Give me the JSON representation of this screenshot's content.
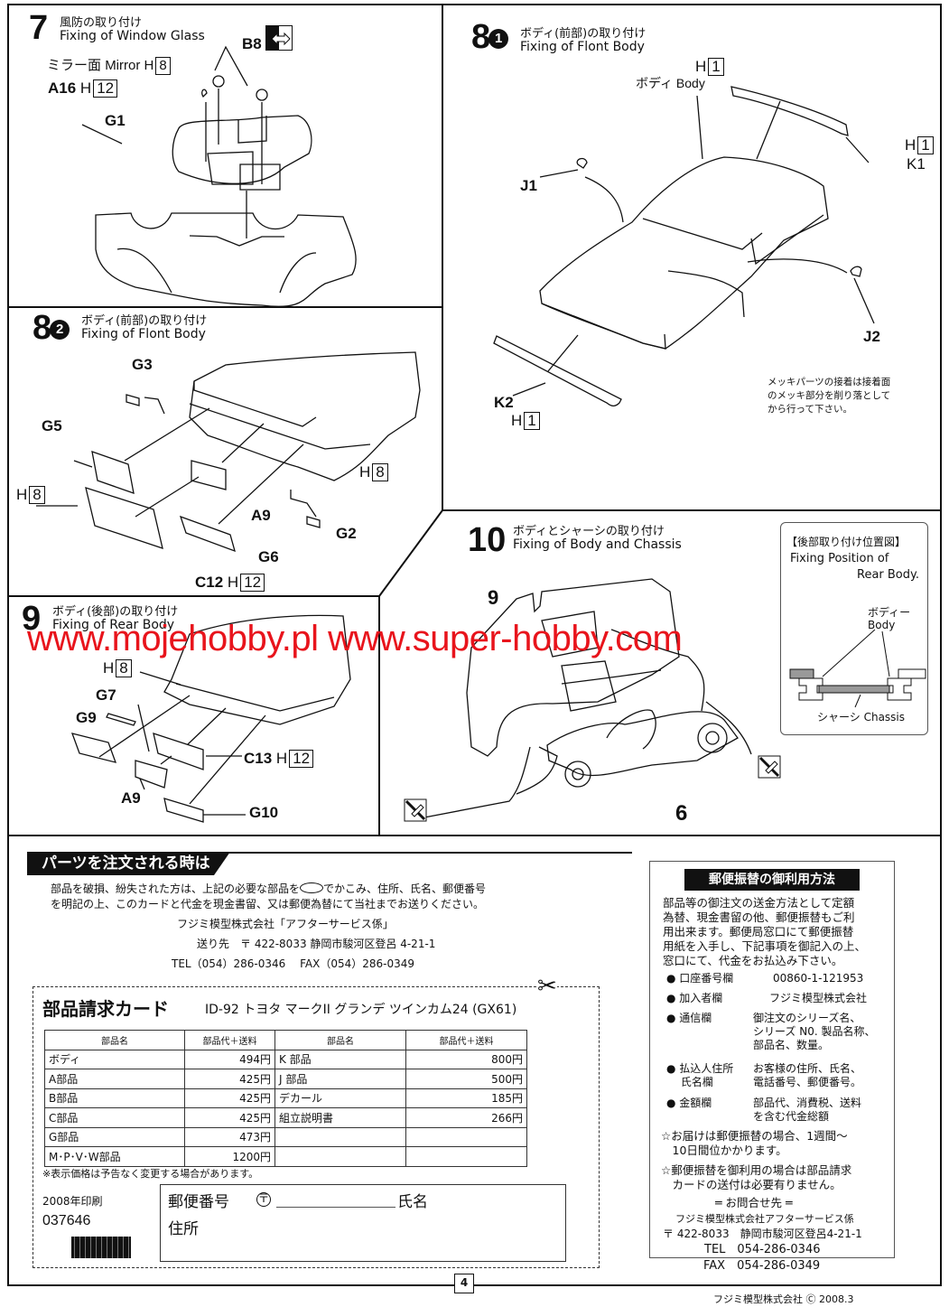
{
  "watermark": "www.mojehobby.pl www.super-hobby.com",
  "steps": {
    "s7": {
      "number": "7",
      "title_jp": "風防の取り付け",
      "title_en": "Fixing of Window Glass",
      "labels": {
        "mirror_jp": "ミラー面",
        "mirror_en": "Mirror",
        "mirror_code": "H",
        "mirror_color": "8",
        "a16": "A16",
        "a16_code": "H",
        "a16_color": "12",
        "b8": "B8",
        "g1": "G1"
      },
      "icon": "mirror-flip-icon"
    },
    "s8_1": {
      "number": "8",
      "sub": "1",
      "title_jp": "ボディ(前部)の取り付け",
      "title_en": "Fixing of Flont Body",
      "labels": {
        "body_code": "H",
        "body_color": "1",
        "body_jp": "ボディ",
        "body_en": "Body",
        "k1_code": "H",
        "k1_color": "1",
        "k1": "K1",
        "j1": "J1",
        "j2": "J2",
        "k2": "K2",
        "k2_code": "H",
        "k2_color": "1"
      },
      "note": [
        "メッキパーツの接着は接着面",
        "のメッキ部分を削り落として",
        "から行って下さい。"
      ]
    },
    "s8_2": {
      "number": "8",
      "sub": "2",
      "title_jp": "ボディ(前部)の取り付け",
      "title_en": "Fixing of Flont Body",
      "labels": {
        "g3": "G3",
        "g5": "G5",
        "h8_left_code": "H",
        "h8_left_color": "8",
        "h8_right_code": "H",
        "h8_right_color": "8",
        "a9": "A9",
        "g2": "G2",
        "g6": "G6",
        "c12": "C12",
        "c12_code": "H",
        "c12_color": "12"
      }
    },
    "s9": {
      "number": "9",
      "title_jp": "ボディ(後部)の取り付け",
      "title_en": "Fixing of Rear Body",
      "labels": {
        "h8_code": "H",
        "h8_color": "8",
        "g7": "G7",
        "g9": "G9",
        "c13": "C13",
        "c13_code": "H",
        "c13_color": "12",
        "a9": "A9",
        "g10": "G10"
      }
    },
    "s10": {
      "number": "10",
      "title_jp": "ボディとシャーシの取り付け",
      "title_en": "Fixing of Body and Chassis",
      "labels": {
        "ref9": "9",
        "ref6": "6"
      },
      "inset": {
        "title_jp": "【後部取り付け位置図】",
        "title_en_1": "Fixing Position of",
        "title_en_2": "Rear Body.",
        "body_jp": "ボディー",
        "body_en": "Body",
        "chassis_jp": "シャーシ",
        "chassis_en": "Chassis"
      }
    }
  },
  "order": {
    "banner": "パーツを注文される時は",
    "line1_a": "部品を破損、紛失された方は、上記の必要な部品を",
    "line1_b": "でかこみ、住所、氏名、郵便番号",
    "line2": "を明記の上、このカードと代金を現金書留、又は郵便為替にて当社までお送りください。",
    "company": "フジミ模型株式会社「アフターサービス係」",
    "address": "送り先　〒 422-8033 静岡市駿河区登呂 4-21-1",
    "tel_fax": "TEL（054）286-0346　 FAX（054）286-0349"
  },
  "card": {
    "title": "部品請求カード",
    "subtitle": "ID-92 トヨタ マークII グランデ ツインカム24 (GX61)",
    "headers": [
      "部品名",
      "部品代＋送料",
      "部品名",
      "部品代＋送料"
    ],
    "rows": [
      [
        "ボディ",
        "494円",
        "K 部品",
        "800円"
      ],
      [
        "A部品",
        "425円",
        "J 部品",
        "500円"
      ],
      [
        "B部品",
        "425円",
        "デカール",
        "185円"
      ],
      [
        "C部品",
        "425円",
        "組立説明書",
        "266円"
      ],
      [
        "G部品",
        "473円",
        "",
        ""
      ],
      [
        "M･P･V･W部品",
        "1200円",
        "",
        ""
      ]
    ],
    "disclaimer": "※表示価格は予告なく変更する場合があります。",
    "print_year": "2008年印刷",
    "print_code": "037646",
    "postal_label": "郵便番号",
    "postal_mark": "〒",
    "name_label": "氏名",
    "address_label": "住所"
  },
  "postal_transfer": {
    "header": "郵便振替の御利用方法",
    "intro": [
      "部品等の御注文の送金方法として定額",
      "為替、現金書留の他、郵便振替もご利",
      "用出来ます。郵便局窓口にて郵便振替",
      "用紙を入手し、下記事項を御記入の上、",
      "窓口にて、代金をお払込み下さい。"
    ],
    "items": [
      {
        "label": "● 口座番号欄",
        "value": [
          "00860-1-121953"
        ]
      },
      {
        "label": "● 加入者欄",
        "value": [
          "フジミ模型株式会社"
        ]
      },
      {
        "label": "● 通信欄",
        "value": [
          "御注文のシリーズ名、",
          "シリーズ N0. 製品名称、",
          "部品名、数量。"
        ]
      },
      {
        "label": "● 払込人住所",
        "label2": "　 氏名欄",
        "value": [
          "お客様の住所、氏名、",
          "電話番号、郵便番号。"
        ]
      },
      {
        "label": "● 金額欄",
        "value": [
          "部品代、消費税、送料",
          "を含む代金総額"
        ]
      }
    ],
    "note1": [
      "☆お届けは郵便振替の場合、1週間～",
      "　10日間位かかります。"
    ],
    "note2": [
      "☆郵便振替を御利用の場合は部品請求",
      "　カードの送付は必要有りません。"
    ],
    "contact_header": "═ お問合せ先 ═",
    "contact_company": "フジミ模型株式会社アフターサービス係",
    "contact_address": "〒 422-8033　静岡市駿河区登呂4-21-1",
    "contact_tel": "TEL　054-286-0346",
    "contact_fax": "FAX　054-286-0349"
  },
  "footer": {
    "page_number": "4",
    "copyright": "フジミ模型株式会社 Ⓒ 2008.3"
  }
}
